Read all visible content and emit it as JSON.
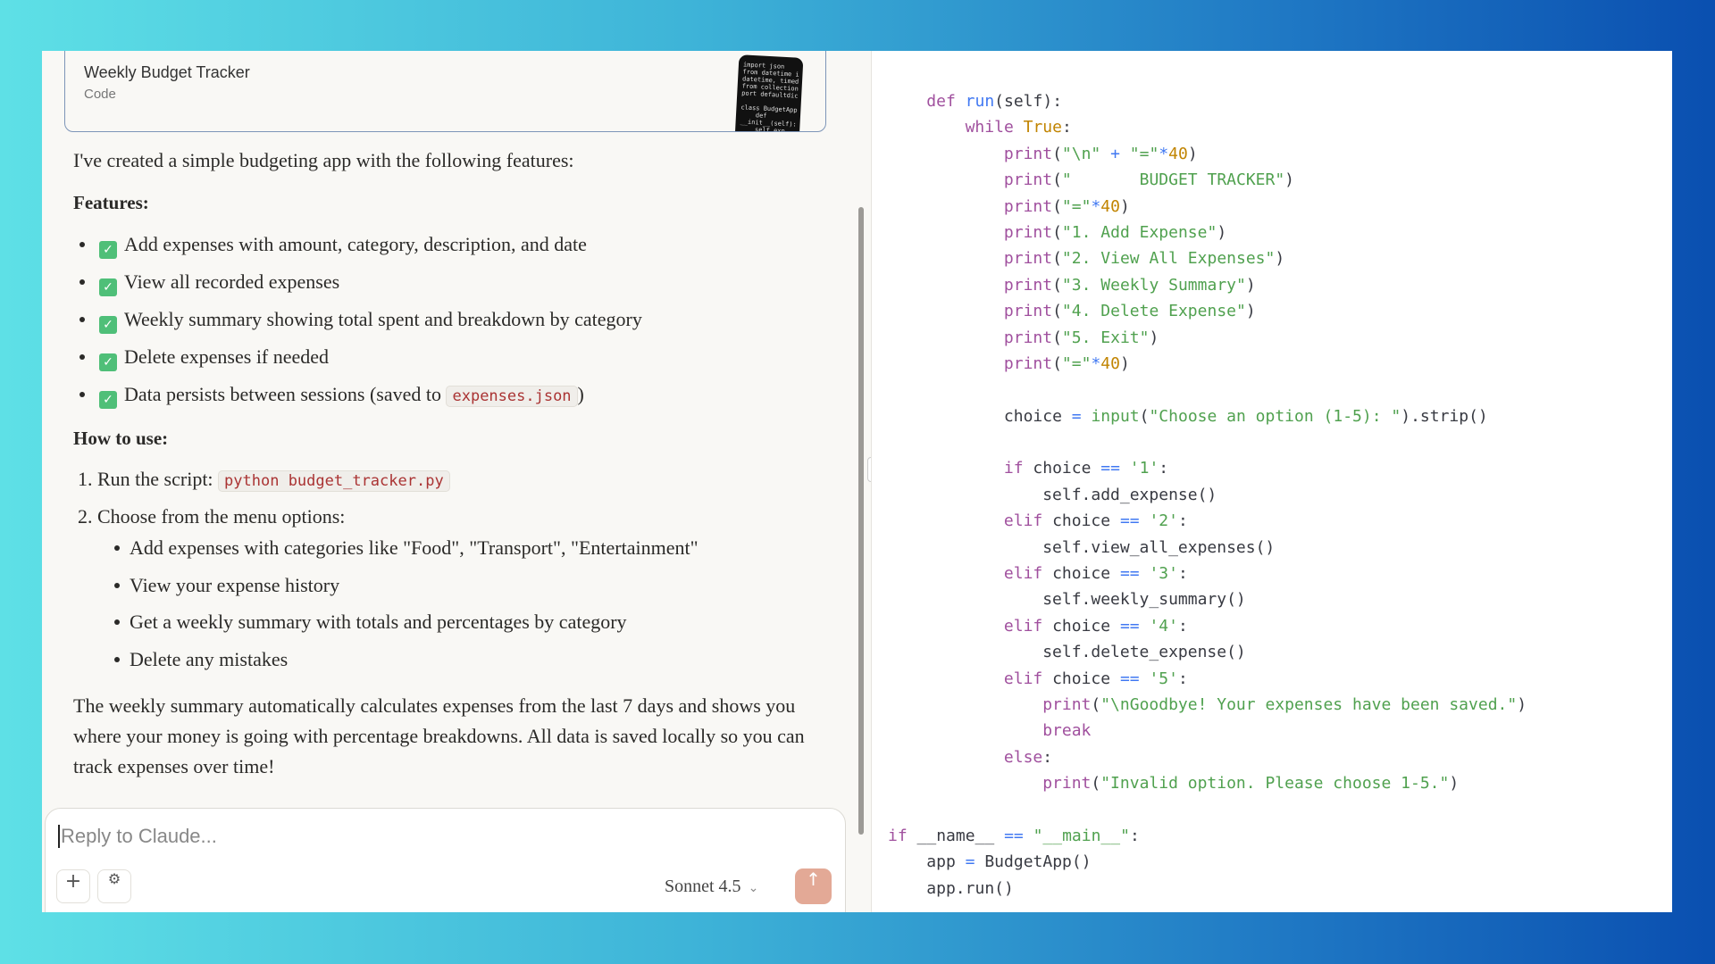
{
  "artifact": {
    "title": "Weekly Budget Tracker",
    "type": "Code",
    "thumb_text": "import json\nfrom datetime i\ndatetime, timed\nfrom collection\nport defaultdic\n\nclass BudgetApp\n    def\n__init__(self):\n    self.exp"
  },
  "message": {
    "intro": "I've created a simple budgeting app with the following features:",
    "features_heading": "Features:",
    "features": [
      "Add expenses with amount, category, description, and date",
      "View all recorded expenses",
      "Weekly summary showing total spent and breakdown by category",
      "Delete expenses if needed",
      "Data persists between sessions (saved to "
    ],
    "features_code": "expenses.json",
    "features_close": ")",
    "check_icon": "✓",
    "howto_heading": "How to use:",
    "step1": "1. Run the script: ",
    "step1_code": "python budget_tracker.py",
    "step2": "2. Choose from the menu options:",
    "sub": [
      "Add expenses with categories like \"Food\", \"Transport\", \"Entertainment\"",
      "View your expense history",
      "Get a weekly summary with totals and percentages by category",
      "Delete any mistakes"
    ],
    "summary": "The weekly summary automatically calculates expenses from the last 7 days and shows you where your money is going with percentage breakdowns. All data is saved locally so you can track expenses over time!"
  },
  "composer": {
    "placeholder": "Reply to Claude...",
    "add_icon": "+",
    "settings_icon": "⚙",
    "model": "Sonnet 4.5",
    "chevron": "⌄",
    "send_icon": "↑"
  },
  "code": [
    [
      1,
      [
        [
          "def ",
          "kw"
        ],
        [
          "run",
          "fn"
        ],
        [
          "(self):",
          "p"
        ]
      ]
    ],
    [
      2,
      [
        [
          "while ",
          "kw"
        ],
        [
          "True",
          "num"
        ],
        [
          ":",
          "p"
        ]
      ]
    ],
    [
      3,
      [
        [
          "print",
          "kw"
        ],
        [
          "(",
          "p"
        ],
        [
          "\"\\n\"",
          "str"
        ],
        [
          " + ",
          "op"
        ],
        [
          "\"=\"",
          "str"
        ],
        [
          "*",
          "op"
        ],
        [
          "40",
          "num"
        ],
        [
          ")",
          "p"
        ]
      ]
    ],
    [
      3,
      [
        [
          "print",
          "kw"
        ],
        [
          "(",
          "p"
        ],
        [
          "\"       BUDGET TRACKER\"",
          "str"
        ],
        [
          ")",
          "p"
        ]
      ]
    ],
    [
      3,
      [
        [
          "print",
          "kw"
        ],
        [
          "(",
          "p"
        ],
        [
          "\"=\"",
          "str"
        ],
        [
          "*",
          "op"
        ],
        [
          "40",
          "num"
        ],
        [
          ")",
          "p"
        ]
      ]
    ],
    [
      3,
      [
        [
          "print",
          "kw"
        ],
        [
          "(",
          "p"
        ],
        [
          "\"1. Add Expense\"",
          "str"
        ],
        [
          ")",
          "p"
        ]
      ]
    ],
    [
      3,
      [
        [
          "print",
          "kw"
        ],
        [
          "(",
          "p"
        ],
        [
          "\"2. View All Expenses\"",
          "str"
        ],
        [
          ")",
          "p"
        ]
      ]
    ],
    [
      3,
      [
        [
          "print",
          "kw"
        ],
        [
          "(",
          "p"
        ],
        [
          "\"3. Weekly Summary\"",
          "str"
        ],
        [
          ")",
          "p"
        ]
      ]
    ],
    [
      3,
      [
        [
          "print",
          "kw"
        ],
        [
          "(",
          "p"
        ],
        [
          "\"4. Delete Expense\"",
          "str"
        ],
        [
          ")",
          "p"
        ]
      ]
    ],
    [
      3,
      [
        [
          "print",
          "kw"
        ],
        [
          "(",
          "p"
        ],
        [
          "\"5. Exit\"",
          "str"
        ],
        [
          ")",
          "p"
        ]
      ]
    ],
    [
      3,
      [
        [
          "print",
          "kw"
        ],
        [
          "(",
          "p"
        ],
        [
          "\"=\"",
          "str"
        ],
        [
          "*",
          "op"
        ],
        [
          "40",
          "num"
        ],
        [
          ")",
          "p"
        ]
      ]
    ],
    [
      0,
      []
    ],
    [
      3,
      [
        [
          "choice ",
          "p"
        ],
        [
          "= ",
          "op"
        ],
        [
          "input",
          "str"
        ],
        [
          "(",
          "p"
        ],
        [
          "\"Choose an option (1-5): \"",
          "str"
        ],
        [
          ").strip()",
          "p"
        ]
      ]
    ],
    [
      0,
      []
    ],
    [
      3,
      [
        [
          "if ",
          "kw"
        ],
        [
          "choice ",
          "p"
        ],
        [
          "== ",
          "op"
        ],
        [
          "'1'",
          "str"
        ],
        [
          ":",
          "p"
        ]
      ]
    ],
    [
      4,
      [
        [
          "self.add_expense()",
          "p"
        ]
      ]
    ],
    [
      3,
      [
        [
          "elif ",
          "kw"
        ],
        [
          "choice ",
          "p"
        ],
        [
          "== ",
          "op"
        ],
        [
          "'2'",
          "str"
        ],
        [
          ":",
          "p"
        ]
      ]
    ],
    [
      4,
      [
        [
          "self.view_all_expenses()",
          "p"
        ]
      ]
    ],
    [
      3,
      [
        [
          "elif ",
          "kw"
        ],
        [
          "choice ",
          "p"
        ],
        [
          "== ",
          "op"
        ],
        [
          "'3'",
          "str"
        ],
        [
          ":",
          "p"
        ]
      ]
    ],
    [
      4,
      [
        [
          "self.weekly_summary()",
          "p"
        ]
      ]
    ],
    [
      3,
      [
        [
          "elif ",
          "kw"
        ],
        [
          "choice ",
          "p"
        ],
        [
          "== ",
          "op"
        ],
        [
          "'4'",
          "str"
        ],
        [
          ":",
          "p"
        ]
      ]
    ],
    [
      4,
      [
        [
          "self.delete_expense()",
          "p"
        ]
      ]
    ],
    [
      3,
      [
        [
          "elif ",
          "kw"
        ],
        [
          "choice ",
          "p"
        ],
        [
          "== ",
          "op"
        ],
        [
          "'5'",
          "str"
        ],
        [
          ":",
          "p"
        ]
      ]
    ],
    [
      4,
      [
        [
          "print",
          "kw"
        ],
        [
          "(",
          "p"
        ],
        [
          "\"\\nGoodbye! Your expenses have been saved.\"",
          "str"
        ],
        [
          ")",
          "p"
        ]
      ]
    ],
    [
      4,
      [
        [
          "break",
          "kw"
        ]
      ]
    ],
    [
      3,
      [
        [
          "else",
          "kw"
        ],
        [
          ":",
          "p"
        ]
      ]
    ],
    [
      4,
      [
        [
          "print",
          "kw"
        ],
        [
          "(",
          "p"
        ],
        [
          "\"Invalid option. Please choose 1-5.\"",
          "str"
        ],
        [
          ")",
          "p"
        ]
      ]
    ],
    [
      0,
      []
    ],
    [
      0,
      [
        [
          "if ",
          "kw"
        ],
        [
          "__name__ ",
          "p"
        ],
        [
          "== ",
          "op"
        ],
        [
          "\"__main__\"",
          "str"
        ],
        [
          ":",
          "p"
        ]
      ]
    ],
    [
      1,
      [
        [
          "app ",
          "p"
        ],
        [
          "= ",
          "op"
        ],
        [
          "BudgetApp()",
          "p"
        ]
      ]
    ],
    [
      1,
      [
        [
          "app.run()",
          "p"
        ]
      ]
    ]
  ]
}
